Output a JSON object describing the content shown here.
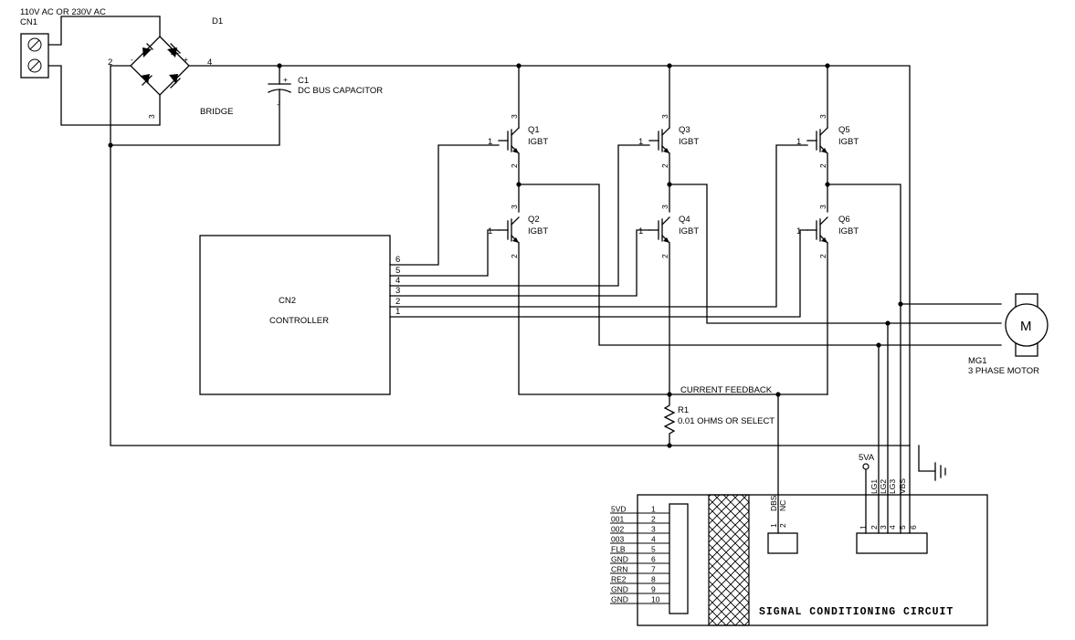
{
  "supply_label": "110V AC OR 230V AC",
  "cn1": {
    "ref": "CN1"
  },
  "d1": {
    "ref": "D1",
    "name": "BRIDGE",
    "pin_ac": "2",
    "pin_plus": "4",
    "pin_minus": "3"
  },
  "c1": {
    "ref": "C1",
    "value": "DC BUS CAPACITOR",
    "plus": "+",
    "minus": "-"
  },
  "transistors": [
    {
      "ref": "Q1",
      "type": "IGBT",
      "pin_g": "1",
      "pin_c": "3",
      "pin_e": "2"
    },
    {
      "ref": "Q2",
      "type": "IGBT",
      "pin_g": "1",
      "pin_c": "3",
      "pin_e": "2"
    },
    {
      "ref": "Q3",
      "type": "IGBT",
      "pin_g": "1",
      "pin_c": "3",
      "pin_e": "2"
    },
    {
      "ref": "Q4",
      "type": "IGBT",
      "pin_g": "1",
      "pin_c": "3",
      "pin_e": "2"
    },
    {
      "ref": "Q5",
      "type": "IGBT",
      "pin_g": "1",
      "pin_c": "3",
      "pin_e": "2"
    },
    {
      "ref": "Q6",
      "type": "IGBT",
      "pin_g": "1",
      "pin_c": "3",
      "pin_e": "2"
    }
  ],
  "cn2": {
    "ref": "CN2",
    "name": "CONTROLLER",
    "pins": [
      "6",
      "5",
      "4",
      "3",
      "2",
      "1"
    ]
  },
  "current_feedback": "CURRENT FEEDBACK",
  "r1": {
    "ref": "R1",
    "value": "0.01 OHMS OR SELECT"
  },
  "motor": {
    "symbol": "M",
    "ref": "MG1",
    "name": "3 PHASE MOTOR"
  },
  "supply_5va": "5VA",
  "sense_connector": {
    "pins": [
      "1",
      "2"
    ],
    "signals": [
      "DBS",
      "NC"
    ]
  },
  "gate_connector": {
    "pins": [
      "1",
      "2",
      "3",
      "4",
      "5",
      "6"
    ],
    "signals": [
      "LG1",
      "LG2",
      "LG3",
      "VBS"
    ]
  },
  "io_header": {
    "rows": [
      {
        "signal": "5VD",
        "pin": "1"
      },
      {
        "signal": "001",
        "pin": "2"
      },
      {
        "signal": "002",
        "pin": "3"
      },
      {
        "signal": "003",
        "pin": "4"
      },
      {
        "signal": "FLB",
        "pin": "5"
      },
      {
        "signal": "GND",
        "pin": "6"
      },
      {
        "signal": "CRN",
        "pin": "7"
      },
      {
        "signal": "RE2",
        "pin": "8"
      },
      {
        "signal": "GND",
        "pin": "9"
      },
      {
        "signal": "GND",
        "pin": "10"
      }
    ]
  },
  "signal_conditioning_title": "SIGNAL CONDITIONING CIRCUIT"
}
